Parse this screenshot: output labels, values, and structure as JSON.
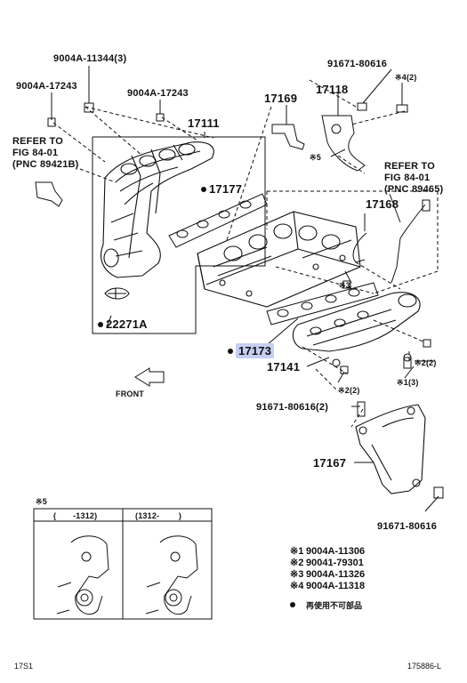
{
  "callouts": {
    "bolt_9004A_11344": "9004A-11344(3)",
    "bolt_9004A_17243_left": "9004A-17243",
    "bolt_9004A_17243_mid": "9004A-17243",
    "part_17111": "17111",
    "part_17177": "17177",
    "part_22271A": "22271A",
    "part_91671_80616_top": "91671-80616",
    "part_17169": "17169",
    "part_17118": "17118",
    "note4_2": "※4(2)",
    "note5": "※5",
    "part_17168": "17168",
    "note3": "※3",
    "part_17173": "17173",
    "part_17141": "17141",
    "note2_right": "※2(2)",
    "note2_left": "※2(2)",
    "note1_3": "※1(3)",
    "part_91671_80616_2": "91671-80616(2)",
    "part_17167": "17167",
    "part_91671_80616_bottom": "91671-80616"
  },
  "refer_left": "REFER TO\nFIG 84-01\n(PNC 89421B)",
  "refer_right": "REFER TO\nFIG 84-01\n(PNC 89465)",
  "front_label": "FRONT",
  "inset": {
    "title": "※5",
    "col1": "(       -1312)",
    "col2": "(1312-        )"
  },
  "legend": [
    {
      "mark": "※1",
      "part": "9004A-11306"
    },
    {
      "mark": "※2",
      "part": "90041-79301"
    },
    {
      "mark": "※3",
      "part": "9004A-11326"
    },
    {
      "mark": "※4",
      "part": "9004A-11318"
    }
  ],
  "legend_note": "再使用不可部品",
  "footer_left": "17S1",
  "footer_right": "175886-L",
  "colors": {
    "highlight": "#c5cff2",
    "line": "#111111"
  }
}
